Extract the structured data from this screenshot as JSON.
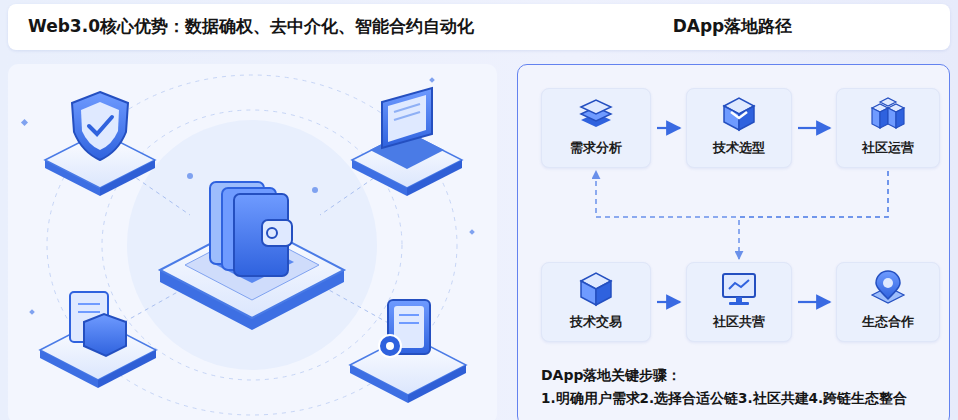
{
  "diagram": {
    "title": "Web3.0核心优势：数据确权、去中介化、智能合约自动化",
    "nodes": [
      {
        "text": [
          "需求分析"
        ]
      },
      {
        "text": [
          "技术选型"
        ]
      },
      {
        "text": [
          "社区运营"
        ]
      },
      {
        "text": [
          "技术交易"
        ]
      },
      {
        "text": [
          "社区共营"
        ]
      },
      {
        "text": [
          "生态合作"
        ]
      }
    ],
    "edges": [
      {
        "from": 0,
        "to": 1,
        "arrow": "to"
      },
      {
        "from": 1,
        "to": 2,
        "arrow": "to"
      },
      {
        "from": 3,
        "to": 4,
        "arrow": "to"
      },
      {
        "from": 4,
        "to": 5,
        "arrow": "to"
      },
      {
        "from": 2,
        "to": 0,
        "arrow": "to"
      },
      {
        "from": 2,
        "to": 4,
        "arrow": "to"
      }
    ],
    "labels": [
      "DApp落地路径",
      "DApp落地关键步骤：",
      "1.明确用户需求2.选择合适公链3.社区共建4.跨链生态整合"
    ]
  }
}
